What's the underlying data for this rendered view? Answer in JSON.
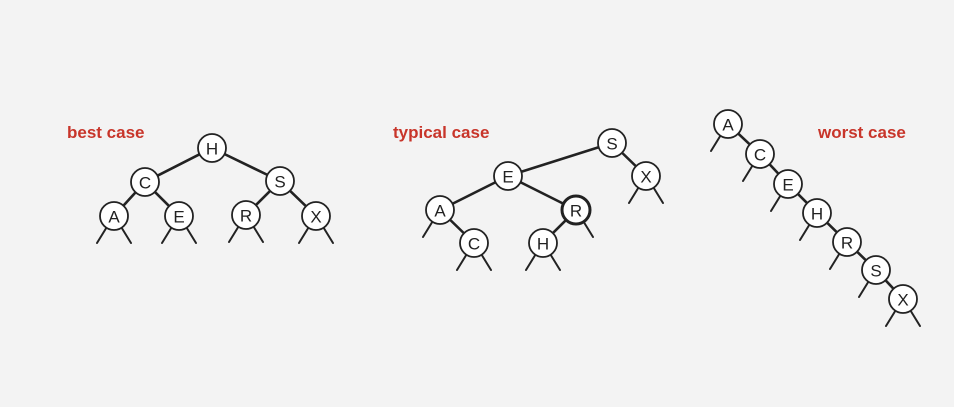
{
  "diagrams": [
    {
      "label": "best case",
      "nodes": [
        "H",
        "C",
        "S",
        "A",
        "E",
        "R",
        "X"
      ],
      "edges": [
        [
          "H",
          "C"
        ],
        [
          "H",
          "S"
        ],
        [
          "C",
          "A"
        ],
        [
          "C",
          "E"
        ],
        [
          "S",
          "R"
        ],
        [
          "S",
          "X"
        ]
      ]
    },
    {
      "label": "typical case",
      "nodes": [
        "S",
        "E",
        "X",
        "A",
        "R",
        "C",
        "H"
      ],
      "edges": [
        [
          "S",
          "E"
        ],
        [
          "S",
          "X"
        ],
        [
          "E",
          "A"
        ],
        [
          "E",
          "R"
        ],
        [
          "A",
          "C"
        ],
        [
          "R",
          "H"
        ]
      ]
    },
    {
      "label": "worst case",
      "nodes": [
        "A",
        "C",
        "E",
        "H",
        "R",
        "S",
        "X"
      ],
      "edges": [
        [
          "A",
          "C"
        ],
        [
          "C",
          "E"
        ],
        [
          "E",
          "H"
        ],
        [
          "H",
          "R"
        ],
        [
          "R",
          "S"
        ],
        [
          "S",
          "X"
        ]
      ]
    }
  ]
}
